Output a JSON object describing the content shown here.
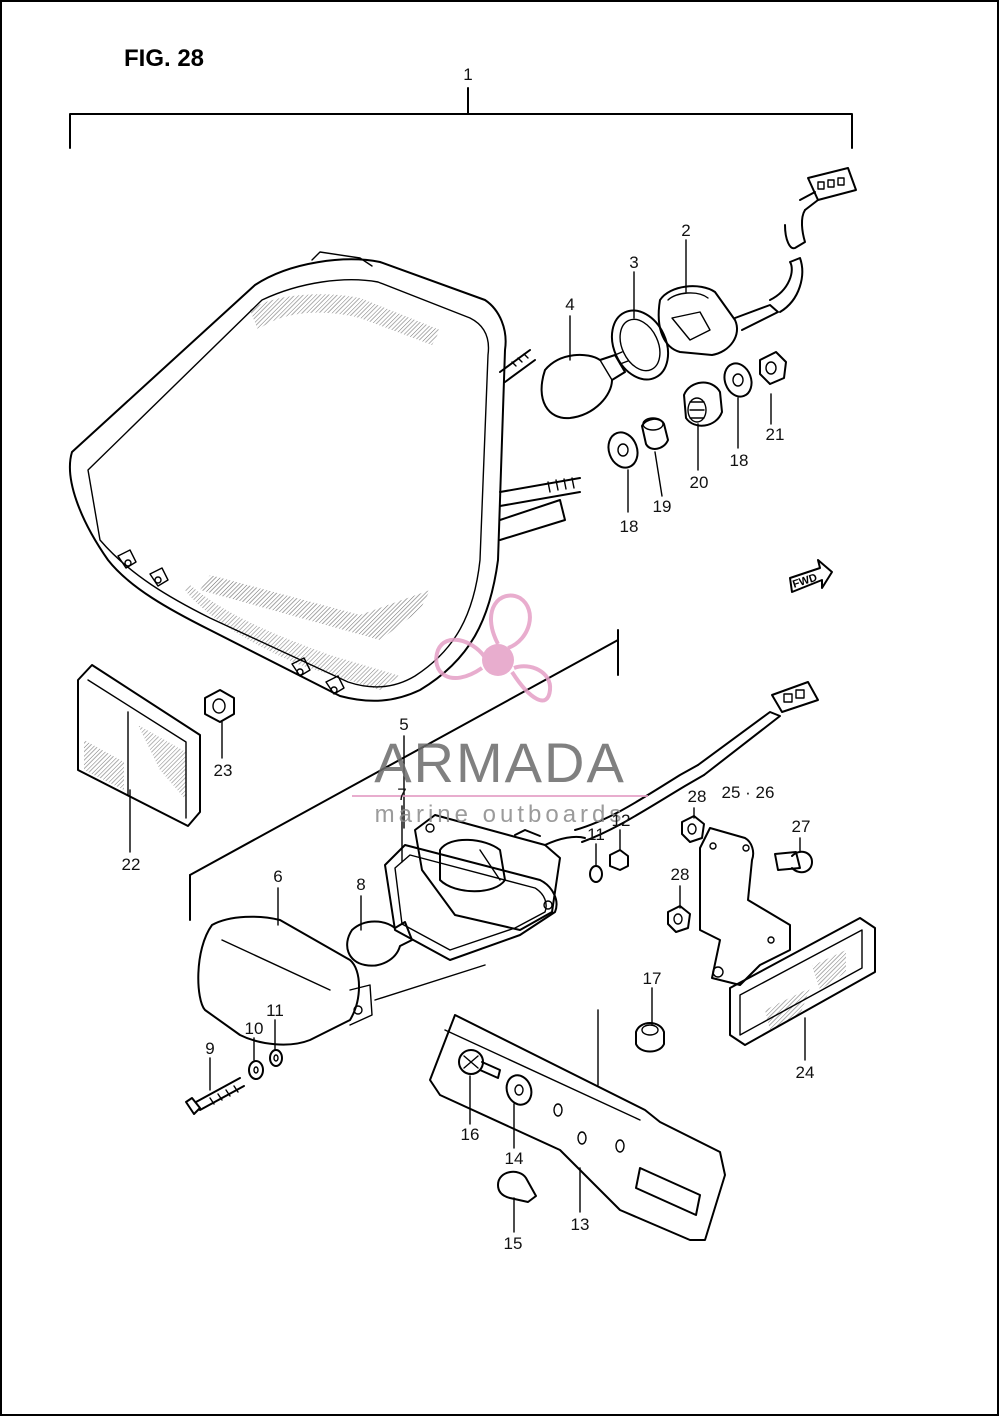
{
  "figure": {
    "title": "FIG. 28",
    "fwd_label": "FWD"
  },
  "watermark": {
    "brand": "ARMADA",
    "tagline": "marine outboards",
    "accent_color": "#e59fc6"
  },
  "callouts": {
    "c1": "1",
    "c2": "2",
    "c3": "3",
    "c4": "4",
    "c5": "5",
    "c6": "6",
    "c7": "7",
    "c8": "8",
    "c9": "9",
    "c10": "10",
    "c11a": "11",
    "c11b": "11",
    "c12": "12",
    "c13": "13",
    "c14": "14",
    "c15": "15",
    "c16": "16",
    "c17": "17",
    "c18a": "18",
    "c18b": "18",
    "c19": "19",
    "c20": "20",
    "c21": "21",
    "c22": "22",
    "c23": "23",
    "c24": "24",
    "c2526": "25 · 26",
    "c27": "27",
    "c28a": "28",
    "c28b": "28"
  }
}
